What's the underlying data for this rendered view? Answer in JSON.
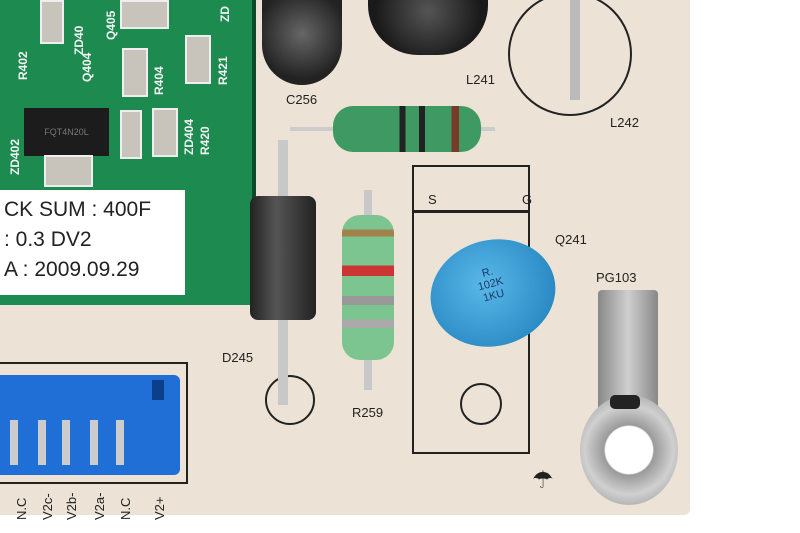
{
  "module": {
    "silkscreen": [
      "ZD40",
      "Q405",
      "ZD",
      "R402",
      "Q404",
      "R404",
      "R421",
      "ZD402",
      "ZD404",
      "R420"
    ],
    "chip_marking": "FQT4N20L",
    "label_lines": [
      "CK SUM : 400F",
      ": 0.3 DV2",
      "A : 2009.09.29"
    ]
  },
  "board_labels": {
    "c256": "C256",
    "l241": "L241",
    "l242": "L242",
    "q241": "Q241",
    "q241_s": "S",
    "q241_g": "G",
    "d245": "D245",
    "r259": "R259",
    "pg103": "PG103"
  },
  "capacitor_marking": [
    "R.",
    "102K",
    "1KU"
  ],
  "connector_pins": [
    "N.C",
    "V2c-",
    "V2b-",
    "V2a-",
    "N.C",
    "V2+"
  ]
}
